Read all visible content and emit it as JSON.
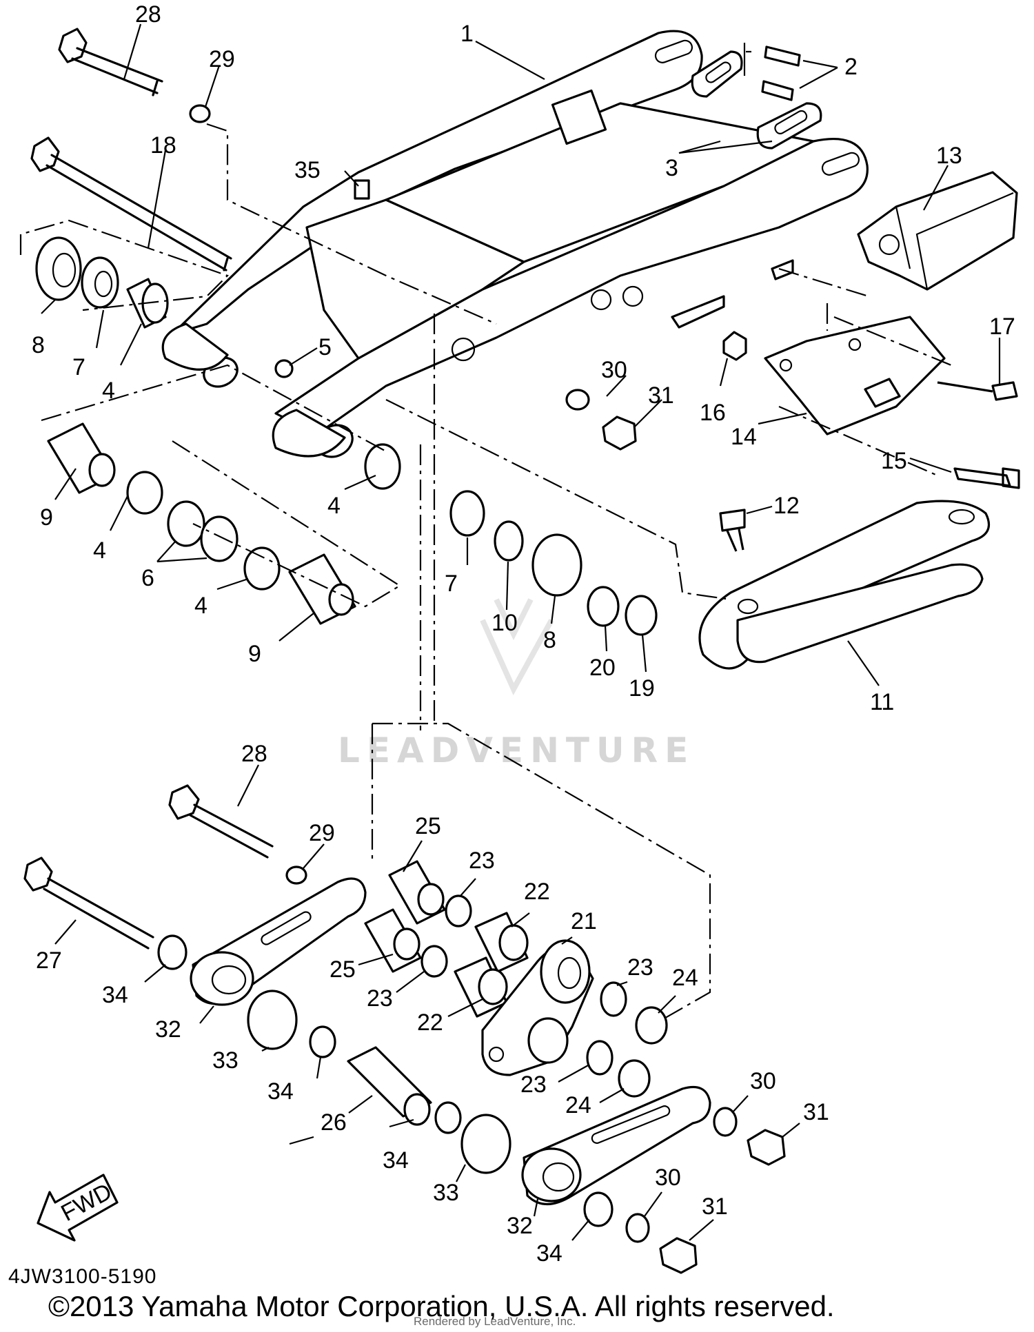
{
  "diagram": {
    "part_code": "4JW3100-5190",
    "copyright": "©2013 Yamaha Motor Corporation, U.S.A. All rights reserved.",
    "rendered_by": "Rendered by LeadVenture, Inc.",
    "watermark": "LEADVENTURE",
    "fwd_label": "FWD",
    "callouts": {
      "c1": "1",
      "c2": "2",
      "c3": "3",
      "c4a": "4",
      "c4b": "4",
      "c4c": "4",
      "c4d": "4",
      "c5": "5",
      "c6": "6",
      "c7a": "7",
      "c7b": "7",
      "c8a": "8",
      "c8b": "8",
      "c9a": "9",
      "c9b": "9",
      "c10": "10",
      "c11": "11",
      "c12": "12",
      "c13": "13",
      "c14": "14",
      "c15": "15",
      "c16": "16",
      "c17": "17",
      "c18": "18",
      "c19": "19",
      "c20": "20",
      "c21": "21",
      "c22a": "22",
      "c22b": "22",
      "c23a": "23",
      "c23b": "23",
      "c23c": "23",
      "c23d": "23",
      "c24a": "24",
      "c24b": "24",
      "c25a": "25",
      "c25b": "25",
      "c26": "26",
      "c27": "27",
      "c28a": "28",
      "c28b": "28",
      "c29a": "29",
      "c29b": "29",
      "c30a": "30",
      "c30b": "30",
      "c30c": "30",
      "c31a": "31",
      "c31b": "31",
      "c31c": "31",
      "c32a": "32",
      "c32b": "32",
      "c33a": "33",
      "c33b": "33",
      "c34a": "34",
      "c34b": "34",
      "c34c": "34",
      "c34d": "34",
      "c35": "35"
    }
  }
}
